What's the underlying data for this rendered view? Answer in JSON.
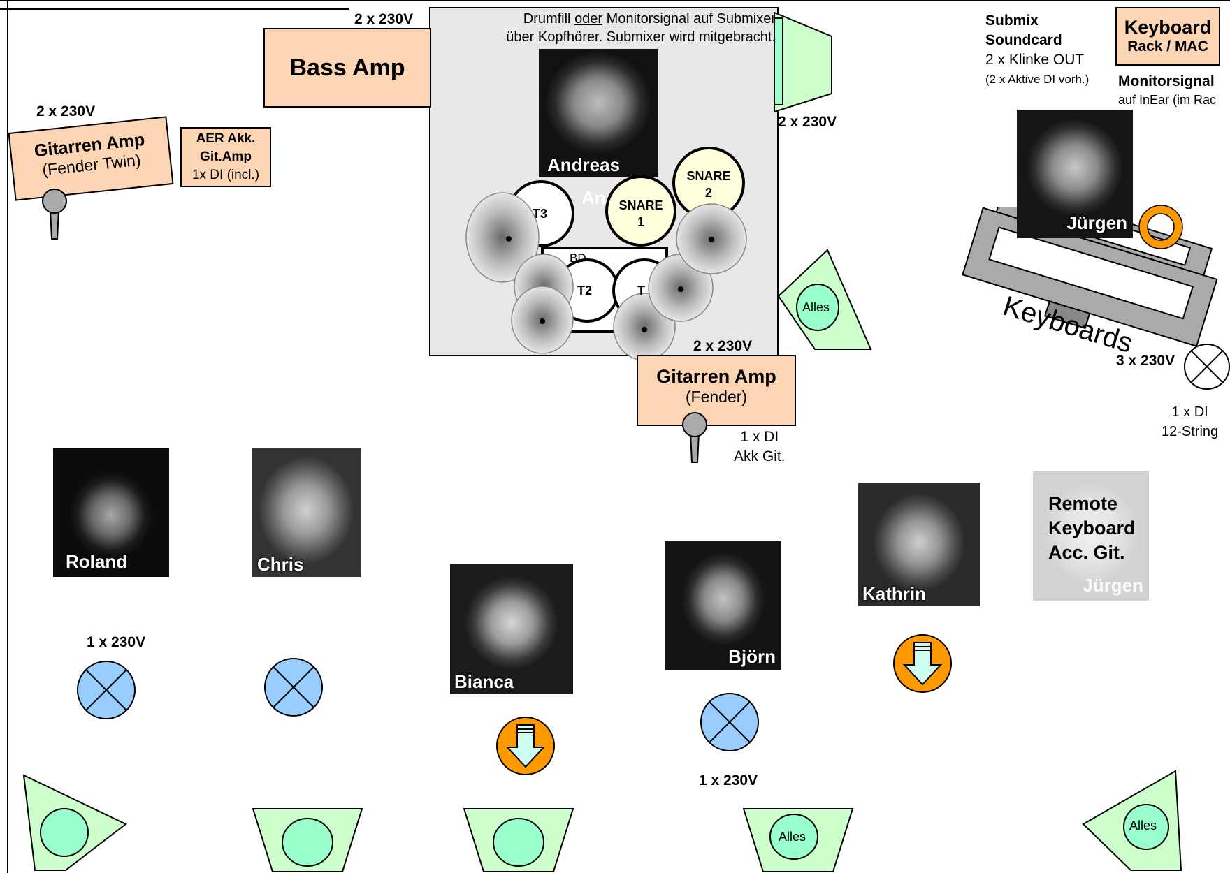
{
  "drum_riser": {
    "note_line1": "Drumfill",
    "note_oder": "oder",
    "note_rest1": "Monitorsignal auf Submixer",
    "note_line2": "über Kopfhörer. Submixer wird mitgebracht.",
    "kit": {
      "bd": "BD",
      "t3": "T3",
      "t2": "T2",
      "t1": "T",
      "snare1": "SNARE\n1",
      "snare2": "SNARE\n2"
    },
    "ghost_name": "An"
  },
  "amps": {
    "bass": "Bass Amp",
    "guitar_left_title": "Gitarren Amp",
    "guitar_left_sub": "(Fender Twin)",
    "aer_line1": "AER Akk.",
    "aer_line2": "Git.Amp",
    "aer_line3": "1x DI (incl.)",
    "guitar_center_title": "Gitarren Amp",
    "guitar_center_sub": "(Fender)",
    "keyboard_line1": "Keyboard",
    "keyboard_line2": "Rack / MAC"
  },
  "power": {
    "bass": "2 x 230V",
    "guitar_left": "2 x 230V",
    "drum_right": "2 x 230V",
    "drum_bottom": "2 x 230V",
    "keyboards": "3 x 230V",
    "roland": "1 x 230V",
    "bjorn": "1 x 230V"
  },
  "di": {
    "akk_line1": "1 x DI",
    "akk_line2": "Akk Git.",
    "string_line1": "1 x DI",
    "string_line2": "12-String"
  },
  "submix": {
    "line1": "Submix",
    "line2": "Soundcard",
    "line3": "2 x Klinke OUT",
    "line4": "(2 x Aktive DI vorh.)"
  },
  "monitor_inear": {
    "line1": "Monitorsignal",
    "line2": "auf InEar (im Rac"
  },
  "keyboards_label": "Keyboards",
  "monitors": {
    "alles": "Alles"
  },
  "people": {
    "andreas": "Andreas",
    "jurgen": "Jürgen",
    "roland": "Roland",
    "chris": "Chris",
    "bianca": "Bianca",
    "bjorn": "Björn",
    "kathrin": "Kathrin",
    "remote_line1": "Remote",
    "remote_line2": "Keyboard",
    "remote_line3": "Acc. Git.",
    "remote_ghost": "Jürgen"
  },
  "colors": {
    "amp_fill": "#fcd5b5",
    "monitor_fill": "#ccffcc",
    "monitor_inner": "#99ffcc",
    "power_fill": "#99ccff",
    "inear_fill": "#ff9900",
    "snare_fill": "#ffffdd",
    "riser_fill": "#e8e8e8"
  }
}
